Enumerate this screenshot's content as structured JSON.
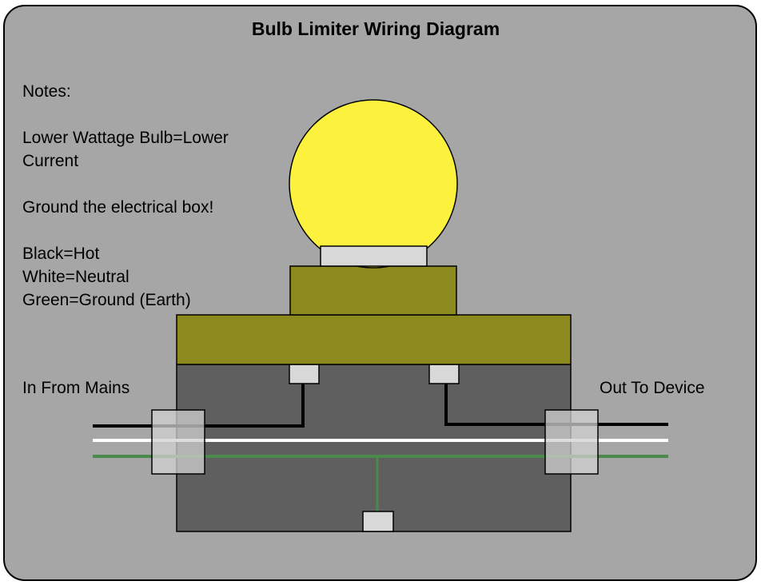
{
  "title": "Bulb Limiter Wiring Diagram",
  "notes": {
    "heading": "Notes:",
    "line1": "Lower Wattage Bulb=Lower",
    "line2": "Current",
    "line3": "Ground the electrical box!",
    "line4": "Black=Hot",
    "line5": "White=Neutral",
    "line6": "Green=Ground (Earth)"
  },
  "labels": {
    "in": "In From Mains",
    "out": "Out To Device"
  },
  "colors": {
    "panel": "#a6a6a6",
    "bulb": "#fcf23d",
    "bulb_base": "#d8d8d8",
    "socket": "#8c891e",
    "box": "#5f5f5f",
    "hot_wire": "#000000",
    "neutral_wire": "#ffffff",
    "ground_wire": "#4a8a4a",
    "clamp": "#d0d0d0"
  }
}
